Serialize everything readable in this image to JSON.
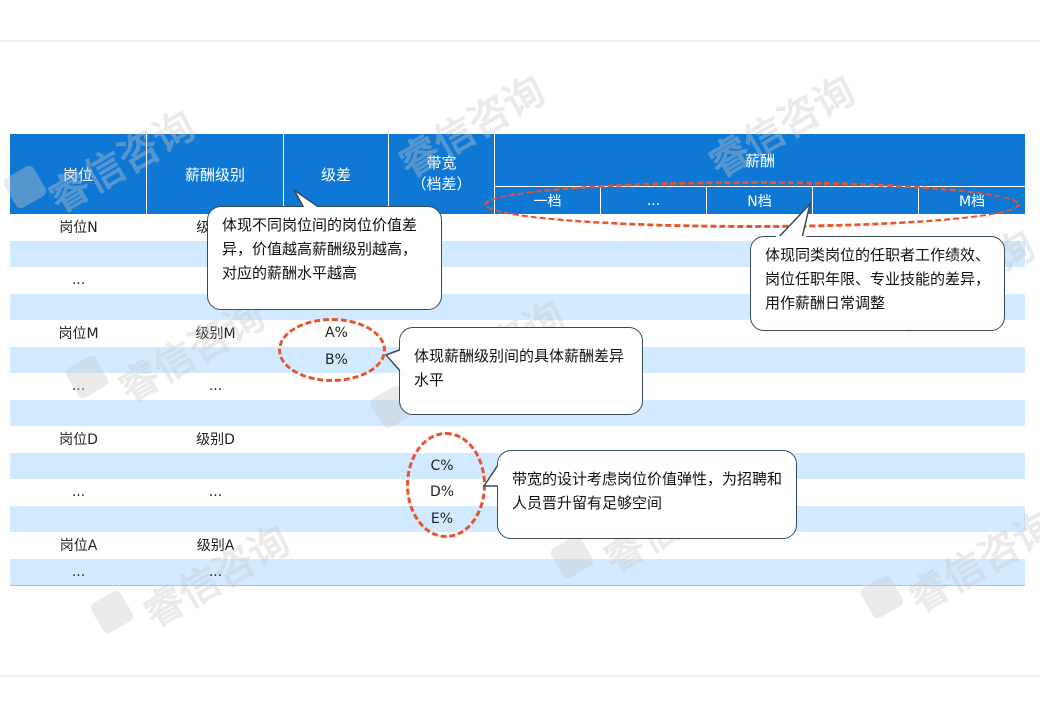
{
  "header": {
    "col_position": "岗位",
    "col_grade": "薪酬级别",
    "col_diff": "级差",
    "col_band_line1": "带宽",
    "col_band_line2": "（档差）",
    "col_pay": "薪酬",
    "pay_bands": [
      "一档",
      "...",
      "N档",
      "",
      "M档"
    ]
  },
  "rows": [
    {
      "position": "岗位N",
      "grade": "级别N",
      "diff": "",
      "band": ""
    },
    {
      "position": "",
      "grade": "",
      "diff": "",
      "band": ""
    },
    {
      "position": "...",
      "grade": "",
      "diff": "",
      "band": ""
    },
    {
      "position": "",
      "grade": "",
      "diff": "",
      "band": ""
    },
    {
      "position": "岗位M",
      "grade": "级别M",
      "diff": "A%",
      "band": ""
    },
    {
      "position": "",
      "grade": "",
      "diff": "B%",
      "band": ""
    },
    {
      "position": "...",
      "grade": "...",
      "diff": "",
      "band": ""
    },
    {
      "position": "",
      "grade": "",
      "diff": "",
      "band": ""
    },
    {
      "position": "岗位D",
      "grade": "级别D",
      "diff": "",
      "band": ""
    },
    {
      "position": "",
      "grade": "",
      "diff": "",
      "band": "C%"
    },
    {
      "position": "...",
      "grade": "...",
      "diff": "",
      "band": "D%"
    },
    {
      "position": "",
      "grade": "",
      "diff": "",
      "band": "E%"
    },
    {
      "position": "岗位A",
      "grade": "级别A",
      "diff": "",
      "band": ""
    },
    {
      "position": "...",
      "grade": "...",
      "diff": "",
      "band": ""
    }
  ],
  "callouts": {
    "grade_gap": "体现不同岗位间的岗位价值差异，价值越高薪酬级别越高，对应的薪酬水平越高",
    "pay_bands": "体现同类岗位的任职者工作绩效、岗位任职年限、专业技能的差异，用作薪酬日常调整",
    "grade_diff": "体现薪酬级别间的具体薪酬差异水平",
    "bandwidth": "带宽的设计考虑岗位价值弹性，为招聘和人员晋升留有足够空间"
  },
  "watermark": "睿信咨询",
  "colors": {
    "header_blue": "#0f78d4",
    "stripe_blue": "#d2eaff",
    "dash_red": "#e8532c"
  }
}
